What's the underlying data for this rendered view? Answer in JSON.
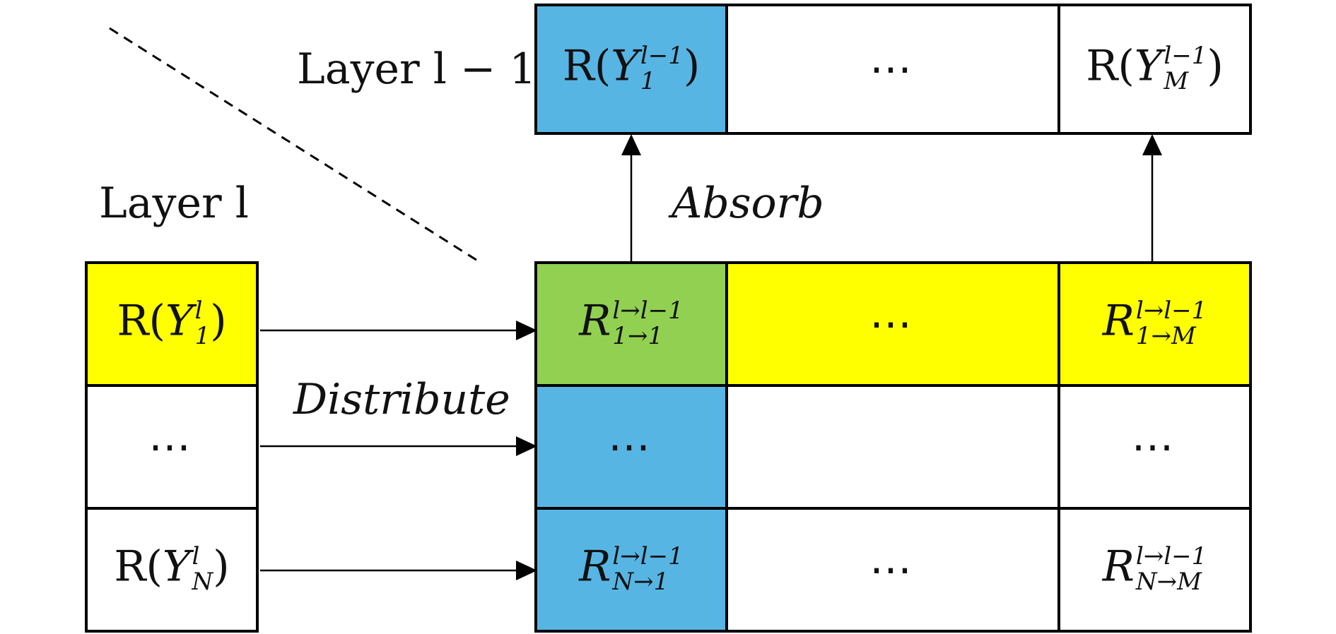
{
  "colors": {
    "blue": "#57B5E4",
    "green": "#92D051",
    "yellow": "#FFFF00",
    "white": "#FFFFFF",
    "stroke": "#000000"
  },
  "labels": {
    "layer_l_minus_1": "Layer l − 1",
    "layer_l": "Layer l",
    "absorb": "Absorb",
    "distribute": "Distribute"
  },
  "top_row": {
    "first": {
      "fn": "R(",
      "var": "Y",
      "sup": "l−1",
      "sub": "1",
      "close": ")"
    },
    "middle": "⋯",
    "last": {
      "fn": "R(",
      "var": "Y",
      "sup": "l−1",
      "sub": "M",
      "close": ")"
    }
  },
  "left_col": {
    "first": {
      "fn": "R(",
      "var": "Y",
      "sup": "l",
      "sub": "1",
      "close": ")"
    },
    "middle": "⋯",
    "last": {
      "fn": "R(",
      "var": "Y",
      "sup": "l",
      "sub": "N",
      "close": ")"
    }
  },
  "matrix": {
    "r1c1": {
      "var": "R",
      "sup": "l→l−1",
      "sub": "1→1"
    },
    "r1c2": "⋯",
    "r1c3": {
      "var": "R",
      "sup": "l→l−1",
      "sub": "1→M"
    },
    "r2c1": "⋯",
    "r2c2": "",
    "r2c3": "⋯",
    "r3c1": {
      "var": "R",
      "sup": "l→l−1",
      "sub": "N→1"
    },
    "r3c2": "⋯",
    "r3c3": {
      "var": "R",
      "sup": "l→l−1",
      "sub": "N→M"
    }
  }
}
